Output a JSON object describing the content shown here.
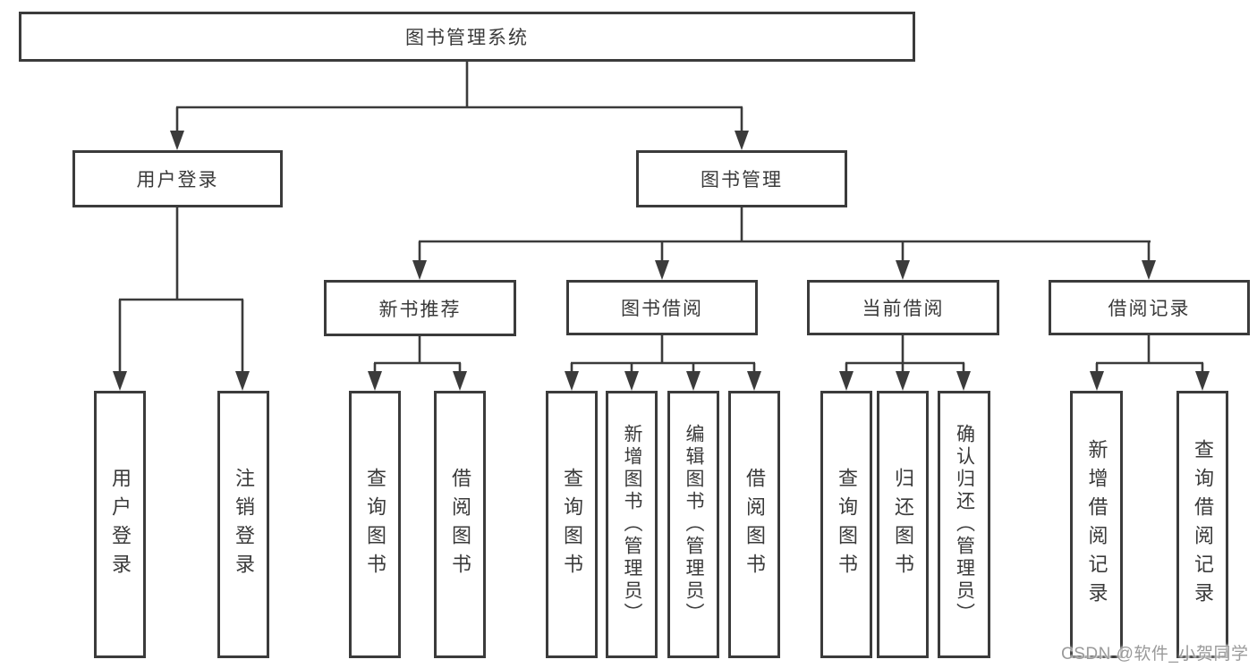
{
  "root": {
    "label": "图书管理系统"
  },
  "level2": [
    {
      "id": "user-login",
      "label": "用户登录"
    },
    {
      "id": "book-management",
      "label": "图书管理"
    }
  ],
  "level3": [
    {
      "id": "new-book-recommend",
      "label": "新书推荐"
    },
    {
      "id": "book-borrowing",
      "label": "图书借阅"
    },
    {
      "id": "current-borrowing",
      "label": "当前借阅"
    },
    {
      "id": "borrowing-records",
      "label": "借阅记录"
    }
  ],
  "leaves": [
    {
      "id": "user-login",
      "label": "用户登录"
    },
    {
      "id": "logout",
      "label": "注销登录"
    },
    {
      "id": "query-books-1",
      "label": "查询图书"
    },
    {
      "id": "borrow-books-1",
      "label": "借阅图书"
    },
    {
      "id": "query-books-2",
      "label": "查询图书"
    },
    {
      "id": "add-books-admin",
      "label": "新增图书（管理员）"
    },
    {
      "id": "edit-books-admin",
      "label": "编辑图书（管理员）"
    },
    {
      "id": "borrow-books-2",
      "label": "借阅图书"
    },
    {
      "id": "query-books-3",
      "label": "查询图书"
    },
    {
      "id": "return-books",
      "label": "归还图书"
    },
    {
      "id": "confirm-return-admin",
      "label": "确认归还（管理员）"
    },
    {
      "id": "add-borrow-record",
      "label": "新增借阅记录"
    },
    {
      "id": "query-borrow-record",
      "label": "查询借阅记录"
    }
  ],
  "watermark": "CSDN @软件_小贺同学",
  "colors": {
    "line": "#3b3b3b",
    "text": "#3a3a3a",
    "watermark": "#9a9a9a",
    "background": "#ffffff"
  }
}
